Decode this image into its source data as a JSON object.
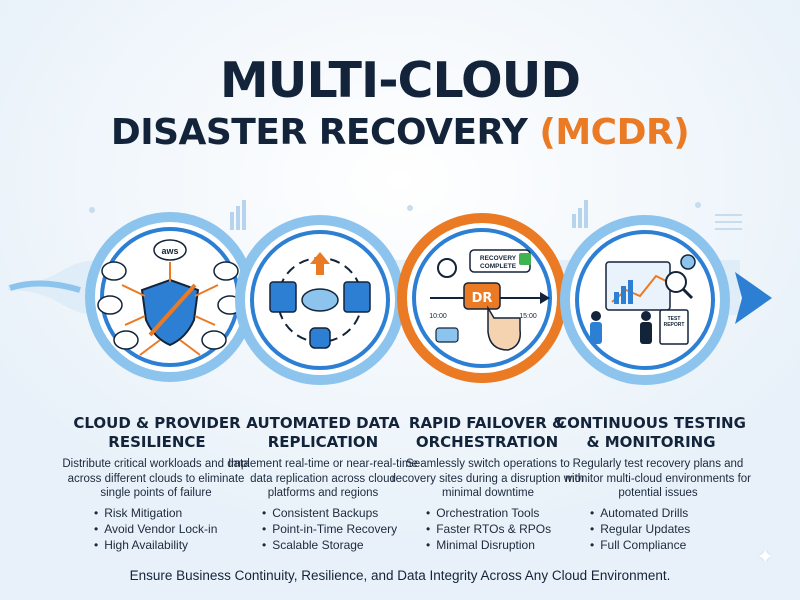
{
  "title": {
    "line1": "MULTI-CLOUD",
    "line2_main": "DISASTER RECOVERY",
    "line2_accent": "(MCDR)"
  },
  "columns": [
    {
      "title_line1": "CLOUD & PROVIDER",
      "title_line2": "RESILIENCE",
      "description": "Distribute critical workloads and data across different clouds to eliminate single points of failure",
      "bullets": [
        "Risk Mitigation",
        "Avoid Vendor Lock-in",
        "High Availability"
      ],
      "icon": "shield-cloud-icon",
      "badge": "aws"
    },
    {
      "title_line1": "AUTOMATED DATA",
      "title_line2": "REPLICATION",
      "description": "Implement real-time or near-real-time data replication across cloud platforms and regions",
      "bullets": [
        "Consistent Backups",
        "Point-in-Time Recovery",
        "Scalable Storage"
      ],
      "icon": "replication-cycle-icon"
    },
    {
      "title_line1": "RAPID FAILOVER &",
      "title_line2": "ORCHESTRATION",
      "description": "Seamlessly switch operations to recovery sites during a disruption with minimal downtime",
      "bullets": [
        "Orchestration Tools",
        "Faster RTOs & RPOs",
        "Minimal Disruption"
      ],
      "icon": "failover-dr-icon",
      "badge_recovery": "RECOVERY COMPLETE",
      "dr_label": "DR",
      "time_left": "10:00",
      "time_right": "15:00"
    },
    {
      "title_line1": "CONTINUOUS TESTING",
      "title_line2": "& MONITORING",
      "description": "Regularly test recovery plans and monitor multi-cloud environments for potential issues",
      "bullets": [
        "Automated Drills",
        "Regular Updates",
        "Full Compliance"
      ],
      "icon": "monitoring-dashboard-icon",
      "report_label": "TEST REPORT"
    }
  ],
  "footer": "Ensure Business Continuity, Resilience, and Data Integrity Across Any Cloud Environment.",
  "colors": {
    "navy": "#13243a",
    "orange": "#ea7a23",
    "blue": "#2d7fd3",
    "light_blue": "#8cc4ee"
  }
}
